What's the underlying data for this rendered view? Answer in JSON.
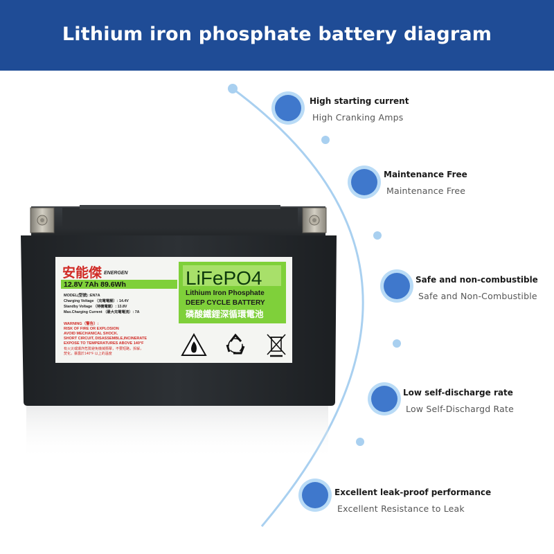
{
  "header": {
    "title": "Lithium iron phosphate battery diagram",
    "background": "#1f4c96"
  },
  "colors": {
    "arc": "#a9d0f0",
    "node": "#3f78cc",
    "node_ring": "#b9dbf6",
    "label_green": "#7fd03a"
  },
  "features": [
    {
      "title": "High starting current",
      "subtitle": "High Cranking Amps"
    },
    {
      "title": "Maintenance Free",
      "subtitle": "Maintenance Free"
    },
    {
      "title": "Safe and non-combustible",
      "subtitle": "Safe and Non-Combustible"
    },
    {
      "title": "Low self-discharge rate",
      "subtitle": "Low Self-Dischargd Rate"
    },
    {
      "title": "Excellent leak-proof performance",
      "subtitle": "Excellent Resistance to Leak"
    }
  ],
  "battery_label": {
    "brand_cn": "安能傑",
    "brand_en": "ENERGEN",
    "spec_bar": "12.8V 7Ah 89.6Wh",
    "model": "MODEL(型號) :EN7A",
    "charging_voltage": "Charging Voltage （充電電壓）: 14.4V",
    "standby_voltage": "Standby Voltage （待機電壓）: 13.8V",
    "max_charging_current": "Max.Charging Current （最大充電電流）: 7A",
    "warning_1": "WARNING（警告）:",
    "warning_2": "RISK OF FIRE OR EXPLOSION",
    "warning_3": "AVOID MECHANICAL SHOCK.",
    "warning_4": "SHORT CIRCUIT, DISASSEMBLE,INCINERATE",
    "warning_5": "EXPOSE TO TEMPERATURES ABOVE 140°F",
    "warning_6": "有火災或爆炸危險避免機械衝擊，不要短路，拆解，",
    "warning_7": "焚化，暴露於140°F 以上的溫度",
    "chem": "LiFePO4",
    "chem_line1": "Lithium Iron Phosphate",
    "chem_line2": "DEEP CYCLE BATTERY",
    "chem_line3": "磷酸鐵鋰深循環電池"
  }
}
